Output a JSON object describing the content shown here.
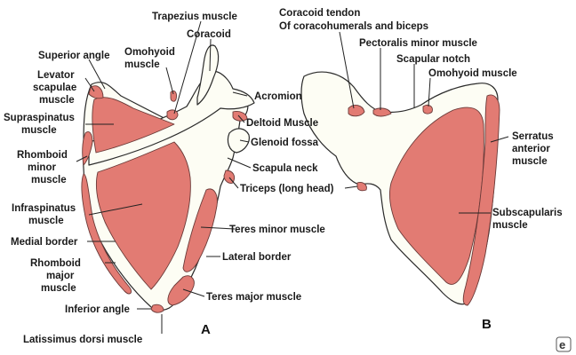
{
  "colors": {
    "muscle": "#e27b73",
    "muscle_edge": "#c9625c",
    "bone": "#fdfdf4",
    "outline": "#2b2b2b"
  },
  "panel_a": {
    "label": "A",
    "labels": {
      "trapezius": "Trapezius muscle",
      "coracoid": "Coracoid",
      "superior_angle": "Superior angle",
      "omohyoid_1": "Omohyoid",
      "omohyoid_2": "muscle",
      "levator_1": "Levator",
      "levator_2": "scapulae",
      "levator_3": "muscle",
      "acromion": "Acromion",
      "supraspinatus_1": "Supraspinatus",
      "supraspinatus_2": "muscle",
      "deltoid": "Deltoid Muscle",
      "glenoid": "Glenoid fossa",
      "rhomboid_minor_1": "Rhomboid",
      "rhomboid_minor_2": "minor",
      "rhomboid_minor_3": "muscle",
      "scapula_neck": "Scapula neck",
      "triceps": "Triceps (long head)",
      "infraspinatus_1": "Infraspinatus",
      "infraspinatus_2": "muscle",
      "teres_minor": "Teres minor muscle",
      "medial_border": "Medial border",
      "rhomboid_major_1": "Rhomboid",
      "rhomboid_major_2": "major",
      "rhomboid_major_3": "muscle",
      "lateral_border": "Lateral border",
      "teres_major": "Teres major muscle",
      "inferior_angle": "Inferior angle",
      "latissimus": "Latissimus dorsi muscle"
    }
  },
  "panel_b": {
    "label": "B",
    "labels": {
      "coracoid_tendon_1": "Coracoid tendon",
      "coracoid_tendon_2": "Of coracohumerals and biceps",
      "pectoralis_minor": "Pectoralis minor muscle",
      "scapular_notch": "Scapular notch",
      "omohyoid": "Omohyoid muscle",
      "serratus_1": "Serratus",
      "serratus_2": "anterior",
      "serratus_3": "muscle",
      "subscapularis_1": "Subscapularis",
      "subscapularis_2": "muscle"
    }
  },
  "watermark": "e"
}
